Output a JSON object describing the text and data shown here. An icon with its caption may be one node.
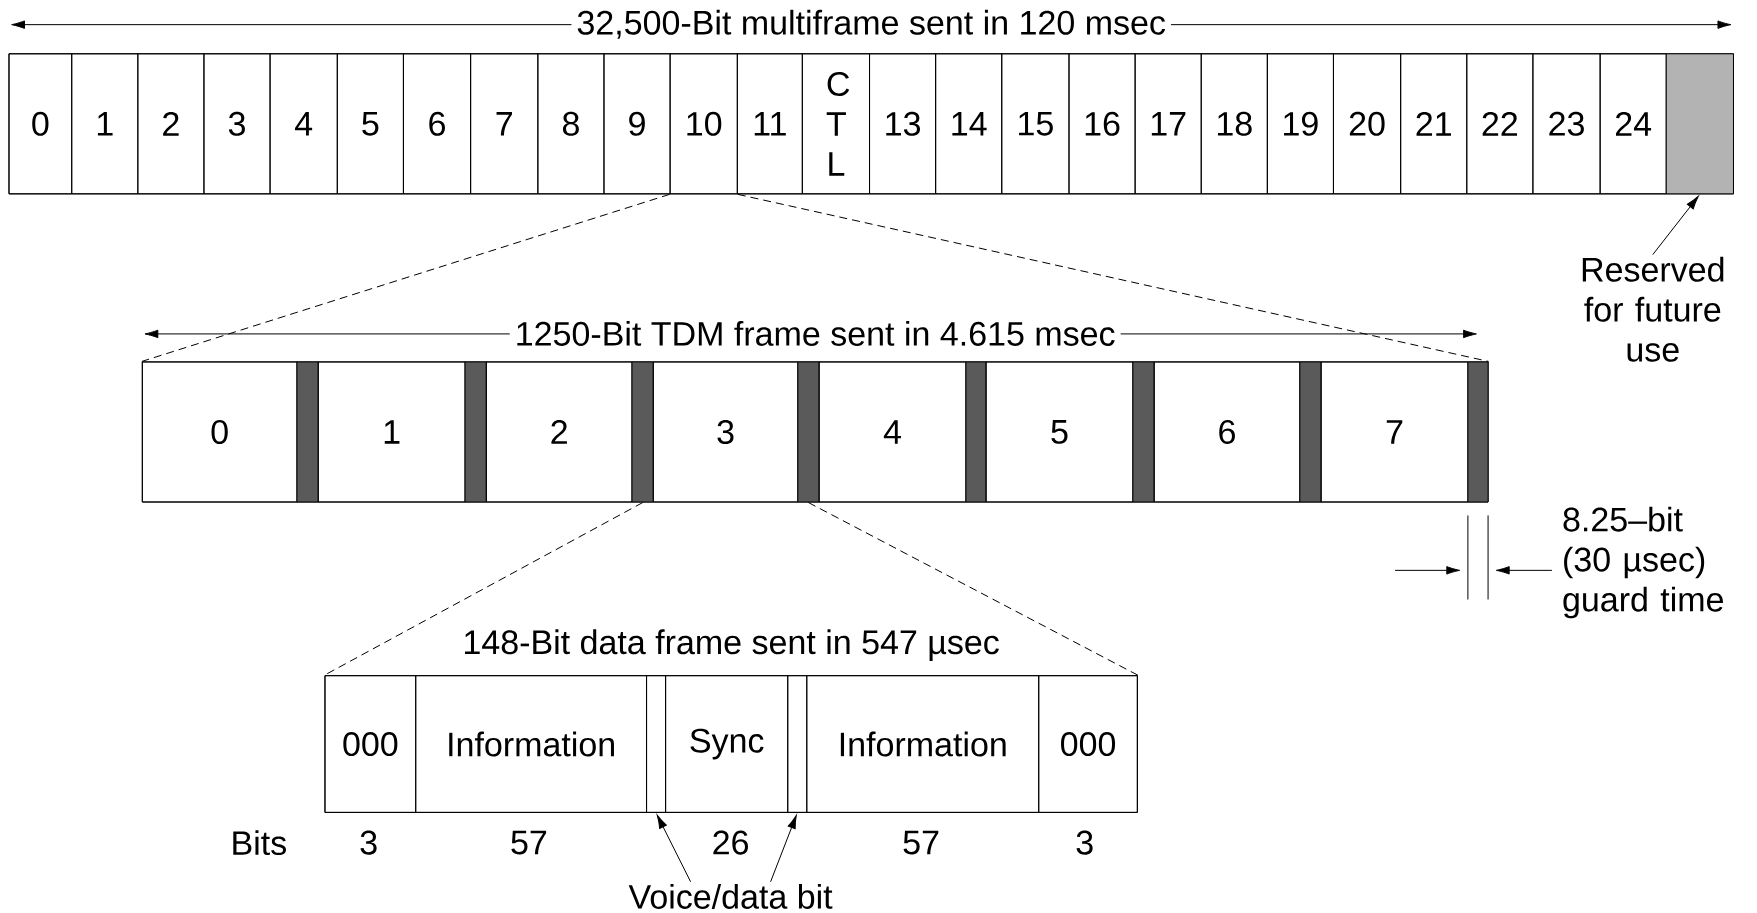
{
  "diagram": {
    "nodes": [
      {
        "text": [
          "32,500-Bit multiframe sent in 120 msec"
        ]
      },
      {
        "text": [
          "0"
        ],
        "in": 0
      },
      {
        "text": [
          "1"
        ],
        "in": 0
      },
      {
        "text": [
          "2"
        ],
        "in": 0
      },
      {
        "text": [
          "3"
        ],
        "in": 0
      },
      {
        "text": [
          "4"
        ],
        "in": 0
      },
      {
        "text": [
          "5"
        ],
        "in": 0
      },
      {
        "text": [
          "6"
        ],
        "in": 0
      },
      {
        "text": [
          "7"
        ],
        "in": 0
      },
      {
        "text": [
          "8"
        ],
        "in": 0
      },
      {
        "text": [
          "9"
        ],
        "in": 0
      },
      {
        "text": [
          "10"
        ],
        "in": 0
      },
      {
        "text": [
          "11"
        ],
        "in": 0
      },
      {
        "text": [
          "C T L"
        ],
        "in": 0
      },
      {
        "text": [
          "13"
        ],
        "in": 0
      },
      {
        "text": [
          "14"
        ],
        "in": 0
      },
      {
        "text": [
          "15"
        ],
        "in": 0
      },
      {
        "text": [
          "16"
        ],
        "in": 0
      },
      {
        "text": [
          "17"
        ],
        "in": 0
      },
      {
        "text": [
          "18"
        ],
        "in": 0
      },
      {
        "text": [
          "19"
        ],
        "in": 0
      },
      {
        "text": [
          "20"
        ],
        "in": 0
      },
      {
        "text": [
          "21"
        ],
        "in": 0
      },
      {
        "text": [
          "22"
        ],
        "in": 0
      },
      {
        "text": [
          "23"
        ],
        "in": 0
      },
      {
        "text": [
          "24"
        ],
        "in": 0
      },
      {
        "text": [],
        "shape": "box",
        "in": 0
      },
      {
        "text": [
          "Reserved for future use"
        ]
      },
      {
        "text": [
          "1250-Bit TDM frame sent in 4.615 msec"
        ]
      },
      {
        "text": [
          "0"
        ],
        "in": 28
      },
      {
        "text": [],
        "shape": "bar",
        "in": 28
      },
      {
        "text": [
          "1"
        ],
        "in": 28
      },
      {
        "text": [],
        "shape": "bar",
        "in": 28
      },
      {
        "text": [
          "2"
        ],
        "in": 28
      },
      {
        "text": [],
        "shape": "bar",
        "in": 28
      },
      {
        "text": [
          "3"
        ],
        "in": 28
      },
      {
        "text": [],
        "shape": "bar",
        "in": 28
      },
      {
        "text": [
          "4"
        ],
        "in": 28
      },
      {
        "text": [],
        "shape": "bar",
        "in": 28
      },
      {
        "text": [
          "5"
        ],
        "in": 28
      },
      {
        "text": [],
        "shape": "bar",
        "in": 28
      },
      {
        "text": [
          "6"
        ],
        "in": 28
      },
      {
        "text": [],
        "shape": "bar",
        "in": 28
      },
      {
        "text": [
          "7"
        ],
        "in": 28
      },
      {
        "text": [],
        "shape": "bar",
        "in": 28
      },
      {
        "text": [
          "148-Bit data frame sent in 547 µsec"
        ]
      },
      {
        "text": [
          "000"
        ],
        "in": 45
      },
      {
        "text": [
          "Information"
        ],
        "in": 45
      },
      {
        "text": [],
        "shape": "box",
        "in": 45
      },
      {
        "text": [
          "Sync"
        ],
        "in": 45
      },
      {
        "text": [],
        "shape": "box",
        "in": 45
      },
      {
        "text": [
          "Information"
        ],
        "in": 45
      },
      {
        "text": [
          "000"
        ],
        "in": 45
      },
      {
        "text": [
          "Voice/data bit"
        ]
      }
    ],
    "edges": [
      {
        "from": 27,
        "to": 26,
        "arrow": "to"
      },
      {
        "from": 11,
        "to": 28,
        "arrow": "none",
        "style": "dashed"
      },
      {
        "from": 11,
        "to": 28,
        "arrow": "none",
        "style": "dashed"
      },
      {
        "from": 35,
        "to": 45,
        "arrow": "none",
        "style": "dashed"
      },
      {
        "from": 35,
        "to": 45,
        "arrow": "none",
        "style": "dashed"
      },
      {
        "from": 53,
        "to": 48,
        "arrow": "to"
      },
      {
        "from": 53,
        "to": 50,
        "arrow": "to"
      }
    ],
    "labels": [
      "8.25–bit (30 µsec) guard time",
      "Bits",
      "3",
      "57",
      "26",
      "57",
      "3"
    ]
  }
}
